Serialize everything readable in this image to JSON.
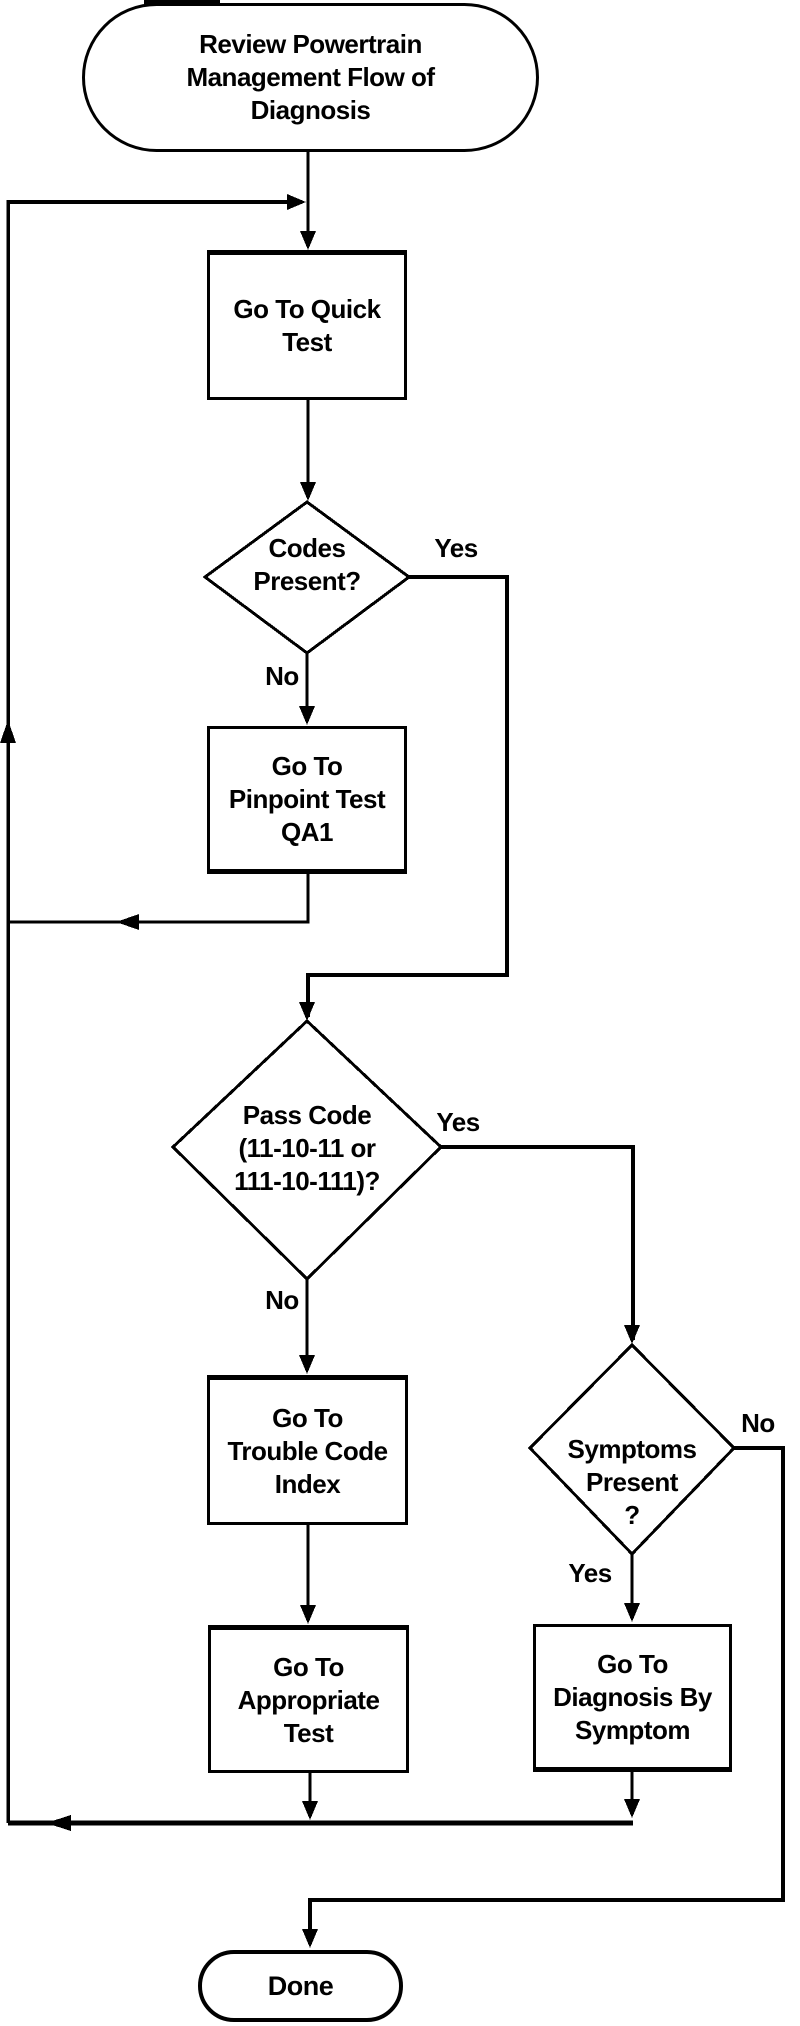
{
  "diagram": {
    "type": "flowchart",
    "background_color": "#ffffff",
    "line_color": "#000000",
    "nodes": {
      "start": {
        "shape": "terminator",
        "label": "Review Powertrain\nManagement Flow of\nDiagnosis"
      },
      "quick_test": {
        "shape": "process",
        "label": "Go To Quick\nTest"
      },
      "codes_present": {
        "shape": "decision",
        "label": "Codes\nPresent?"
      },
      "pinpoint_test": {
        "shape": "process",
        "label": "Go To\nPinpoint Test\nQA1"
      },
      "pass_code": {
        "shape": "decision",
        "label": "Pass Code\n(11-10-11 or\n111-10-111)?"
      },
      "trouble_code_index": {
        "shape": "process",
        "label": "Go To\nTrouble Code\nIndex"
      },
      "symptoms_present": {
        "shape": "decision",
        "label": "Symptoms\nPresent\n?"
      },
      "appropriate_test": {
        "shape": "process",
        "label": "Go To\nAppropriate\nTest"
      },
      "diagnosis_by_symptom": {
        "shape": "process",
        "label": "Go To\nDiagnosis By\nSymptom"
      },
      "done": {
        "shape": "terminator",
        "label": "Done"
      }
    },
    "edge_labels": {
      "codes_present_yes": "Yes",
      "codes_present_no": "No",
      "pass_code_yes": "Yes",
      "pass_code_no": "No",
      "symptoms_present_yes": "Yes",
      "symptoms_present_no": "No"
    }
  }
}
